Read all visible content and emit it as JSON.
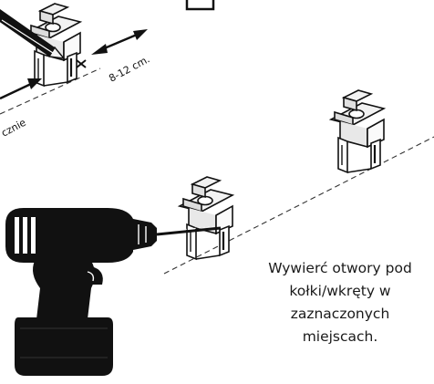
{
  "measurements": {
    "spacing_label": "8-12 cm.",
    "partial_label": "cznie"
  },
  "instruction": {
    "lines": [
      "Wywierć otwory pod",
      "kołki/wkręty w",
      "zaznaczonych",
      "miejscach."
    ]
  },
  "icons": [
    "mounting-bracket-icon",
    "pencil-icon",
    "cordless-drill-icon",
    "drill-bit-icon",
    "double-arrow-icon"
  ],
  "colors": {
    "ink": "#111111",
    "paper": "#ffffff",
    "bracket_fill": "#f2f2f2"
  }
}
